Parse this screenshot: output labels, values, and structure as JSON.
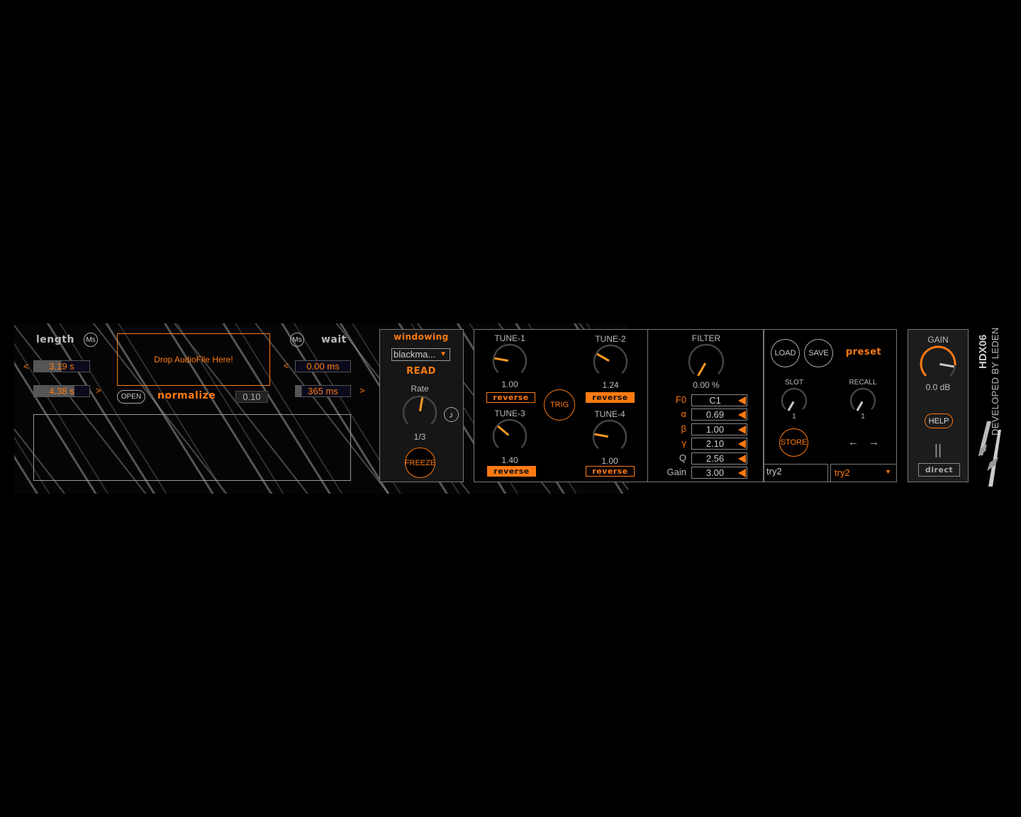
{
  "sampler": {
    "length_label": "length",
    "ms_label": "Ms",
    "start_value": "3.19 s",
    "end_value": "4.38 s",
    "prev": "<",
    "next": ">",
    "drop_zone": "Drop AudioFile Here!",
    "open_label": "OPEN",
    "normalize_label": "normalize",
    "normalize_value": "0.10",
    "wait_label": "wait",
    "wait_ms_label": "Ms",
    "wait_value": "0.00 ms",
    "wait_length": "365 ms"
  },
  "windowing": {
    "title": "windowing",
    "selected": "blackma...",
    "read_label": "READ",
    "rate_label": "Rate",
    "rate_value": "1/3",
    "freeze_label": "FREEZE",
    "note_icon": "♪"
  },
  "tune": {
    "trig_label": "TRIG",
    "items": [
      {
        "label": "TUNE-1",
        "value": "1.00",
        "reverse": "reverse",
        "reverse_on": false
      },
      {
        "label": "TUNE-2",
        "value": "1.24",
        "reverse": "reverse",
        "reverse_on": true
      },
      {
        "label": "TUNE-3",
        "value": "1.40",
        "reverse": "reverse",
        "reverse_on": true
      },
      {
        "label": "TUNE-4",
        "value": "1.00",
        "reverse": "reverse",
        "reverse_on": false
      }
    ]
  },
  "filter": {
    "title": "FILTER",
    "value": "0.00 %",
    "params": [
      {
        "label": "F0",
        "value": "C1"
      },
      {
        "label": "α",
        "value": "0.69"
      },
      {
        "label": "β",
        "value": "1.00"
      },
      {
        "label": "γ",
        "value": "2.10"
      },
      {
        "label": "Q",
        "value": "2.56"
      },
      {
        "label": "Gain",
        "value": "3.00"
      }
    ]
  },
  "preset": {
    "title": "preset",
    "load": "LOAD",
    "save": "SAVE",
    "slot_label": "SLOT",
    "slot_value": "1",
    "recall_label": "RECALL",
    "recall_value": "1",
    "store": "STORE",
    "name_field": "try2",
    "selected": "try2"
  },
  "output": {
    "gain_label": "GAIN",
    "gain_value": "0.0 dB",
    "help": "HELP",
    "pause": "||",
    "direct": "direct"
  },
  "branding": {
    "product": "HDX06",
    "developer": "DEVELOPED BY LEDEN"
  },
  "colors": {
    "accent": "#ff7a12",
    "panel_border": "#777777",
    "background": "#000000"
  }
}
